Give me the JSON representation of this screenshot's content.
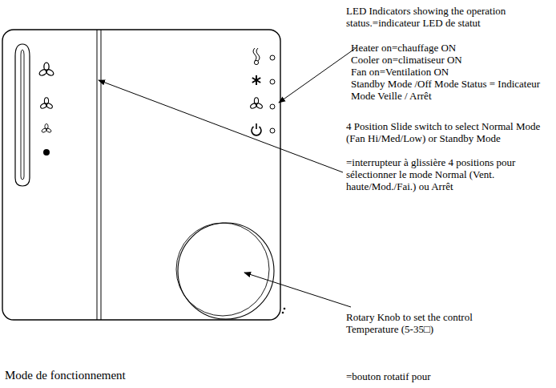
{
  "diagram": {
    "labels": [
      "LED Indicators showing the operation status.=indicateur LED de statut",
      "Heater on=chauffage ON",
      "Cooler on=climatiseur ON",
      "Fan on=Ventilation ON",
      "Standby Mode /Off Mode Status = Indicateur Mode Veille / Arrêt",
      "4 Position Slide switch to select Normal Mode (Fan Hi/Med/Low) or Standby Mode",
      "=interrupteur à glissière 4 positions pour sélectionner le mode Normal (Vent. haute/Mod./Fai.) ou Arrêt",
      "Rotary Knob to set the control Temperature (5-35□)",
      "=bouton rotatif pour",
      "Mode de fonctionnement"
    ]
  }
}
